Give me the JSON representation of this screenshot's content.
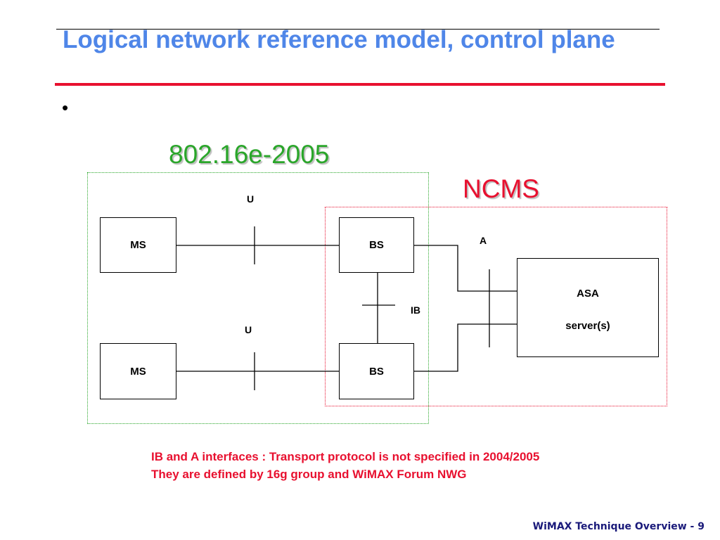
{
  "slide": {
    "title": "Logical network reference model, control plane",
    "bullet": "•",
    "footer": "WiMAX Technique Overview - 9"
  },
  "diagram": {
    "groups": {
      "standard": "802.16e-2005",
      "ncms": "NCMS"
    },
    "nodes": {
      "ms_top": "MS",
      "ms_bottom": "MS",
      "bs_top": "BS",
      "bs_bottom": "BS",
      "asa_name": "ASA",
      "asa_sub": "server(s)"
    },
    "interfaces": {
      "u_top": "U",
      "u_bottom": "U",
      "ib": "IB",
      "a": "A"
    },
    "colors": {
      "title": "#4f86e8",
      "accent_red": "#e8102f",
      "group_green": "#2aa62a"
    }
  },
  "notes": {
    "line1": "IB and A interfaces : Transport protocol is not specified in 2004/2005",
    "line2": "They are defined by 16g group and WiMAX Forum NWG"
  }
}
